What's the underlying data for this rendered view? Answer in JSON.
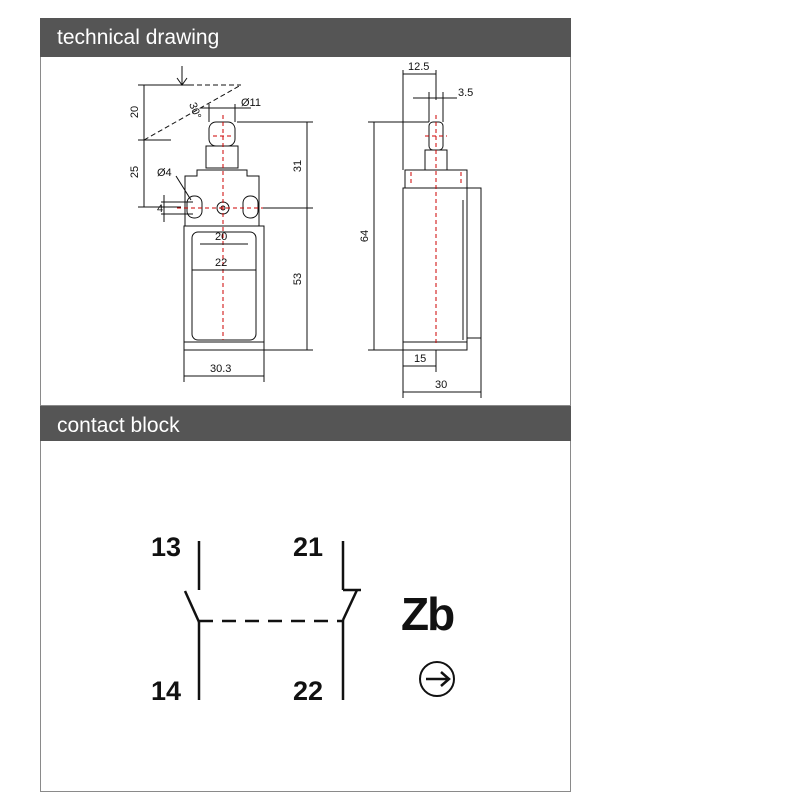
{
  "sections": {
    "technical_drawing": {
      "title": "technical drawing"
    },
    "contact_block": {
      "title": "contact block"
    }
  },
  "front_view": {
    "dims": {
      "d20_top": "20",
      "d25": "25",
      "angle": "30°",
      "phi11": "Ø11",
      "phi4": "Ø4",
      "d4": "4",
      "d31": "31",
      "d20_inner": "20",
      "d22": "22",
      "d53": "53",
      "d30_3": "30.3"
    }
  },
  "side_view": {
    "dims": {
      "d12_5": "12.5",
      "d3_5": "3.5",
      "d64": "64",
      "d15": "15",
      "d30": "30"
    }
  },
  "contact": {
    "terminals": {
      "t13": "13",
      "t14": "14",
      "t21": "21",
      "t22": "22"
    },
    "label": "Zb",
    "symbol": "positive-opening-arrow"
  },
  "colors": {
    "header_bg": "#555555",
    "header_text": "#ffffff",
    "axis": "#cc0000"
  }
}
